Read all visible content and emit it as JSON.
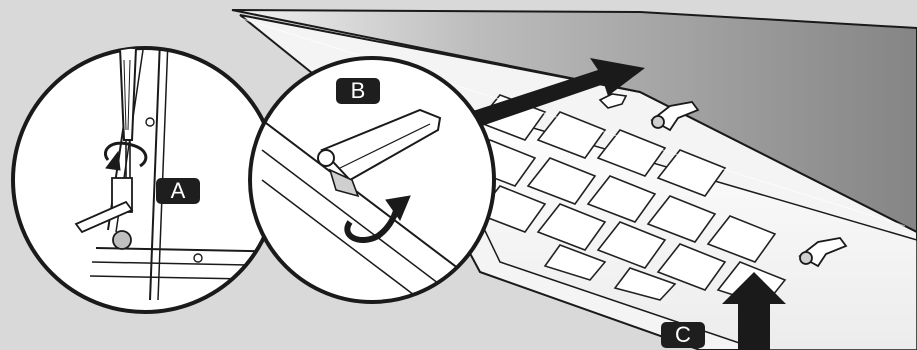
{
  "diagram": {
    "labels": {
      "a": "A",
      "b": "B",
      "c": "C"
    },
    "icons": {
      "detail_a": "screwdriver-clamp-icon",
      "detail_b": "latch-rotate-icon",
      "arrow_b": "slide-arrow-icon",
      "arrow_c": "push-up-arrow-icon"
    },
    "colors": {
      "background": "#d9d9d9",
      "panel_dark": "#8c8c8c",
      "panel_light": "#e0e0e0",
      "line": "#1a1a1a",
      "label_bg": "#1e1e1e",
      "label_text": "#ffffff"
    }
  }
}
